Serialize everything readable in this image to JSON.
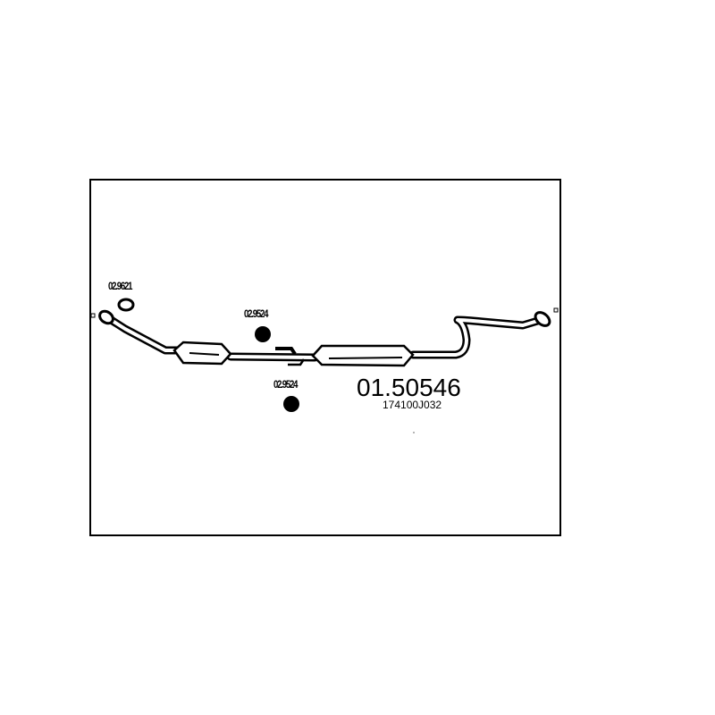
{
  "diagram": {
    "part_number": "01.50546",
    "oem_number": "174100J032",
    "components": [
      {
        "label": "02.9621",
        "type": "gasket-ring"
      },
      {
        "label": "02.9524",
        "type": "rubber-mount"
      },
      {
        "label": "02.9524",
        "type": "rubber-mount"
      }
    ]
  },
  "colors": {
    "line": "#000000",
    "background": "#ffffff"
  }
}
